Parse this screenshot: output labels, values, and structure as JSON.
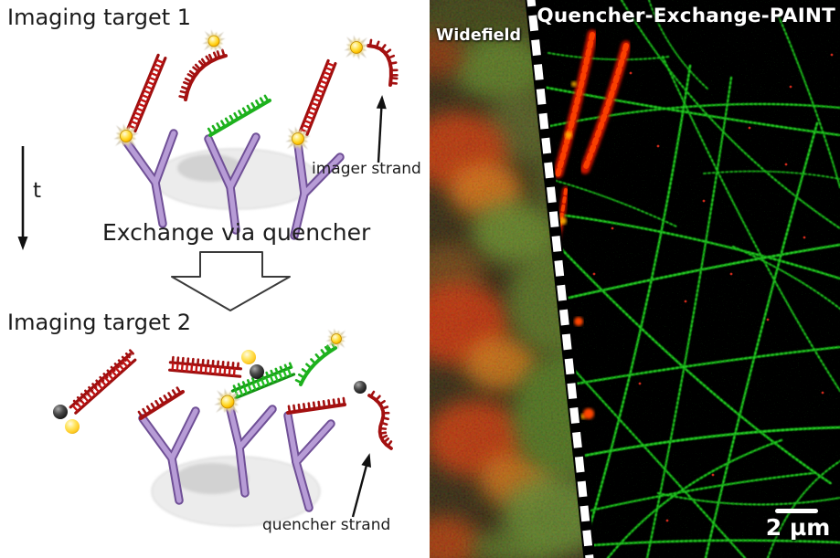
{
  "schematic": {
    "panel1_title": "Imaging target 1",
    "panel2_title": "Imaging target 2",
    "time_label": "t",
    "exchange_label": "Exchange via quencher",
    "imager_strand_label": "imager strand",
    "quencher_strand_label": "quencher strand"
  },
  "microscopy": {
    "widefield_label": "Widefield",
    "paint_label": "Quencher-Exchange-PAINT",
    "scale_bar_label": "2 µm"
  },
  "colors": {
    "imager_strand_red": "#a31010",
    "imager_rail_red": "#9c0e0e",
    "imager_rung_red": "#c41414",
    "docking_strand_green": "#1db11d",
    "docking_rail_green": "#149114",
    "docking_rung_green": "#22c022",
    "antibody_purple_dark": "#6f4f96",
    "antibody_purple_light": "#b79cd6",
    "fluorophore_yellow": "#ffc400",
    "quencher_dark": "#161616",
    "cell_gray": "#ececec",
    "filament_green": "#12a812",
    "filament_green_bright": "#3ce03c",
    "cluster_red": "#d81800",
    "cluster_red_bright": "#ff4400",
    "paint_background": "#000000"
  }
}
